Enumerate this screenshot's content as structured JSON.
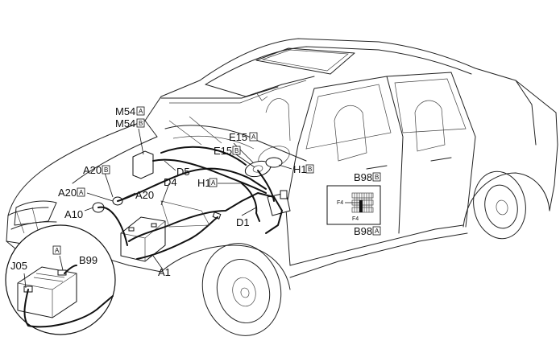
{
  "labels": {
    "m54": "M54",
    "m54_tag_a": "A",
    "m54_tag_b": "B",
    "d5": "D5",
    "a20": "A20",
    "a20_tag_b": "B",
    "a20_tag_a": "A",
    "d4": "D4",
    "a10": "A10",
    "e15": "E15",
    "e15_tag_a": "A",
    "e15_tag_b": "B",
    "h1": "H1",
    "h1_tag_b": "B",
    "h1_tag_a": "A",
    "b98": "B98",
    "b98_tag_b": "B",
    "b98_tag_a": "A",
    "d1": "D1",
    "a1": "A1",
    "j05": "J05",
    "b99": "B99",
    "inset_tag_a": "A",
    "fuse_f4_left": "F4",
    "fuse_f4_bottom": "F4"
  },
  "colors": {
    "line": "#1a1a1a",
    "background": "#ffffff"
  }
}
